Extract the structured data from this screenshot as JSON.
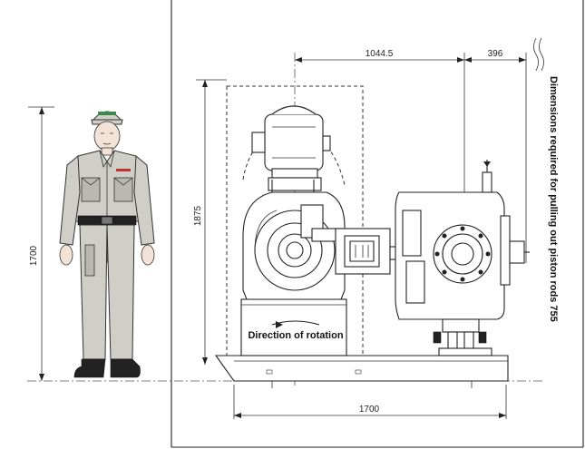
{
  "labels": {
    "dim_top_left": "1044.5",
    "dim_top_right": "396",
    "dim_height_machine": "1875",
    "dim_height_person": "1700",
    "dim_bottom": "1700",
    "pull_note": "Dimensions required for pulling out piston rods 755",
    "rotation": "Direction of rotation"
  },
  "colors": {
    "line": "#222222",
    "uniform": "#cfcfc8",
    "background": "#ffffff"
  }
}
